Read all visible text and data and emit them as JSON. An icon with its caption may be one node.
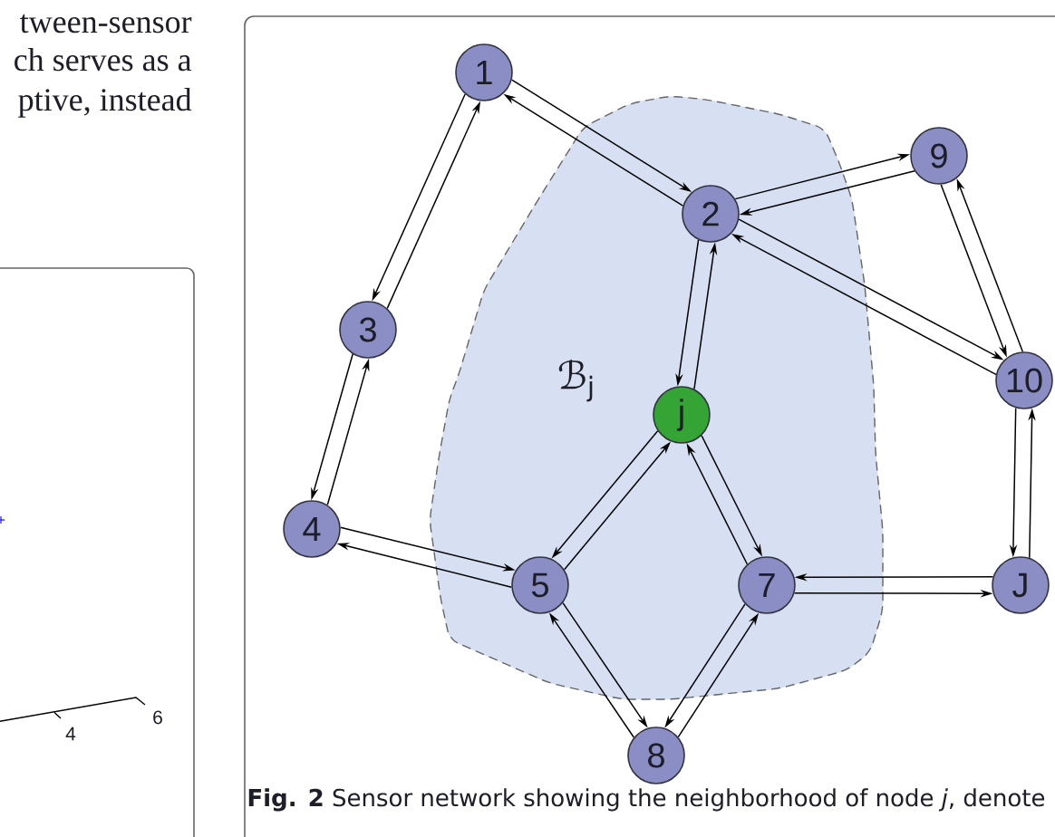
{
  "diagram": {
    "caption": "**Fig. 2** Sensor network showing the neighborhood of node *j*, denote",
    "nodes": [
      {
        "text": [
          "1"
        ]
      },
      {
        "text": [
          "ℬ$_{j}$"
        ]
      },
      {
        "text": [
          "2"
        ],
        "in": 1
      },
      {
        "text": [
          "9"
        ]
      },
      {
        "text": [
          "3"
        ]
      },
      {
        "text": [
          "10"
        ]
      },
      {
        "text": [
          "j"
        ],
        "in": 1
      },
      {
        "text": [
          "4"
        ]
      },
      {
        "text": [
          "5"
        ],
        "in": 1
      },
      {
        "text": [
          "7"
        ],
        "in": 1
      },
      {
        "text": [
          "J"
        ]
      },
      {
        "text": [
          "8"
        ]
      }
    ],
    "edges": [
      {
        "from": 0,
        "to": 2,
        "arrow": "to"
      },
      {
        "from": 2,
        "to": 0,
        "arrow": "to"
      },
      {
        "from": 0,
        "to": 4,
        "arrow": "to"
      },
      {
        "from": 4,
        "to": 0,
        "arrow": "to"
      },
      {
        "from": 2,
        "to": 3,
        "arrow": "to"
      },
      {
        "from": 3,
        "to": 2,
        "arrow": "to"
      },
      {
        "from": 2,
        "to": 5,
        "arrow": "to"
      },
      {
        "from": 5,
        "to": 2,
        "arrow": "to"
      },
      {
        "from": 3,
        "to": 5,
        "arrow": "to"
      },
      {
        "from": 5,
        "to": 3,
        "arrow": "to"
      },
      {
        "from": 2,
        "to": 6,
        "arrow": "to"
      },
      {
        "from": 6,
        "to": 2,
        "arrow": "to"
      },
      {
        "from": 4,
        "to": 7,
        "arrow": "to"
      },
      {
        "from": 7,
        "to": 4,
        "arrow": "to"
      },
      {
        "from": 5,
        "to": 10,
        "arrow": "to"
      },
      {
        "from": 10,
        "to": 5,
        "arrow": "to"
      },
      {
        "from": 7,
        "to": 8,
        "arrow": "to"
      },
      {
        "from": 8,
        "to": 7,
        "arrow": "to"
      },
      {
        "from": 6,
        "to": 8,
        "arrow": "to"
      },
      {
        "from": 8,
        "to": 6,
        "arrow": "to"
      },
      {
        "from": 6,
        "to": 9,
        "arrow": "to"
      },
      {
        "from": 9,
        "to": 6,
        "arrow": "to"
      },
      {
        "from": 10,
        "to": 9,
        "arrow": "to"
      },
      {
        "from": 9,
        "to": 10,
        "arrow": "to"
      },
      {
        "from": 8,
        "to": 11,
        "arrow": "to"
      },
      {
        "from": 11,
        "to": 8,
        "arrow": "to"
      },
      {
        "from": 9,
        "to": 11,
        "arrow": "to"
      },
      {
        "from": 11,
        "to": 9,
        "arrow": "to"
      }
    ],
    "labels": [
      "tween-sensor",
      "ch serves as a",
      "ptive, instead",
      "4",
      "6"
    ]
  }
}
